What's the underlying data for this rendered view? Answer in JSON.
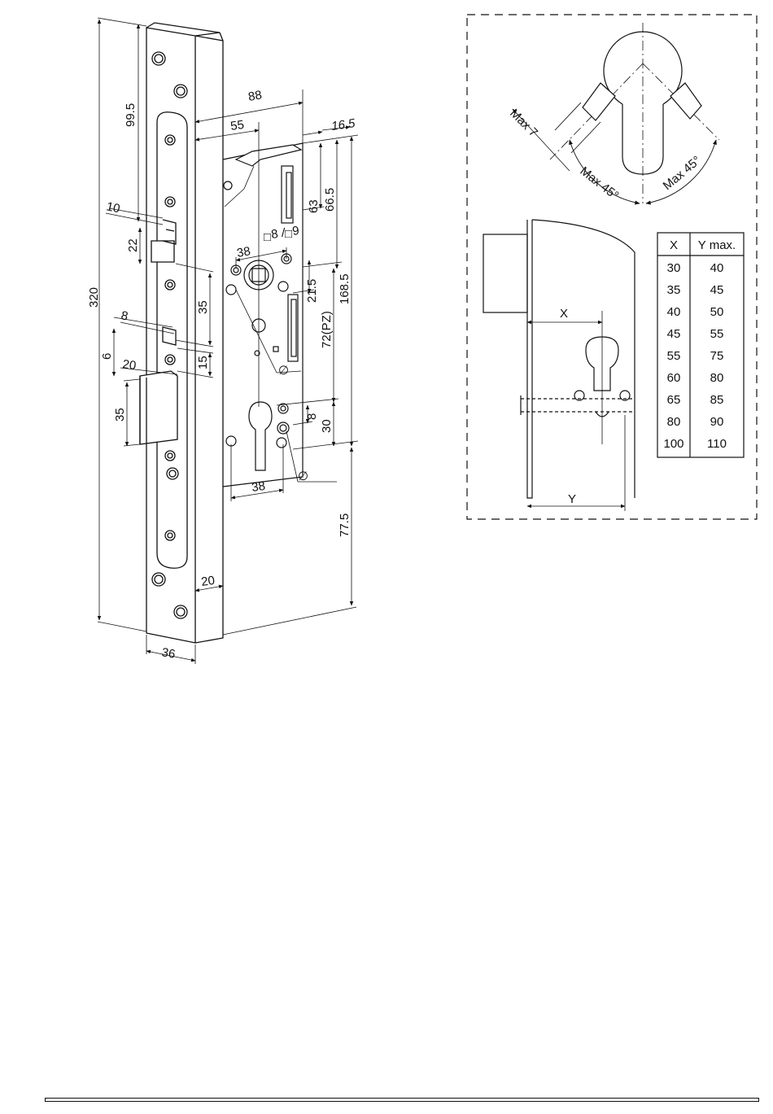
{
  "lock_dimensions": {
    "d320": "320",
    "d99_5": "99.5",
    "d10": "10",
    "d22": "22",
    "d35_side": "35",
    "d8_side": "8",
    "d6": "6",
    "d20_side": "20",
    "d15": "15",
    "d35_bolt": "35",
    "d88": "88",
    "d55": "55",
    "d16_5": "16.5",
    "d63": "63",
    "d66_5": "66.5",
    "d8_sq": "8",
    "d9_sq": "9",
    "d38_top": "38",
    "d21_5": "21.5",
    "d168_5": "168.5",
    "d72pz": "72(PZ)",
    "d8_cyl": "8",
    "d30": "30",
    "d38_bottom": "38",
    "d77_5": "77.5",
    "d20_bottom": "20",
    "d36": "36",
    "diameter": "∅"
  },
  "detail": {
    "max7": "Max 7",
    "max45_left": "Max 45°",
    "max45_right": "Max 45°",
    "x_label": "X",
    "y_label": "Y"
  },
  "table": {
    "headers": [
      "X",
      "Y max."
    ],
    "rows": [
      [
        "30",
        "40"
      ],
      [
        "35",
        "45"
      ],
      [
        "40",
        "50"
      ],
      [
        "45",
        "55"
      ],
      [
        "55",
        "75"
      ],
      [
        "60",
        "80"
      ],
      [
        "65",
        "85"
      ],
      [
        "80",
        "90"
      ],
      [
        "100",
        "110"
      ]
    ]
  }
}
